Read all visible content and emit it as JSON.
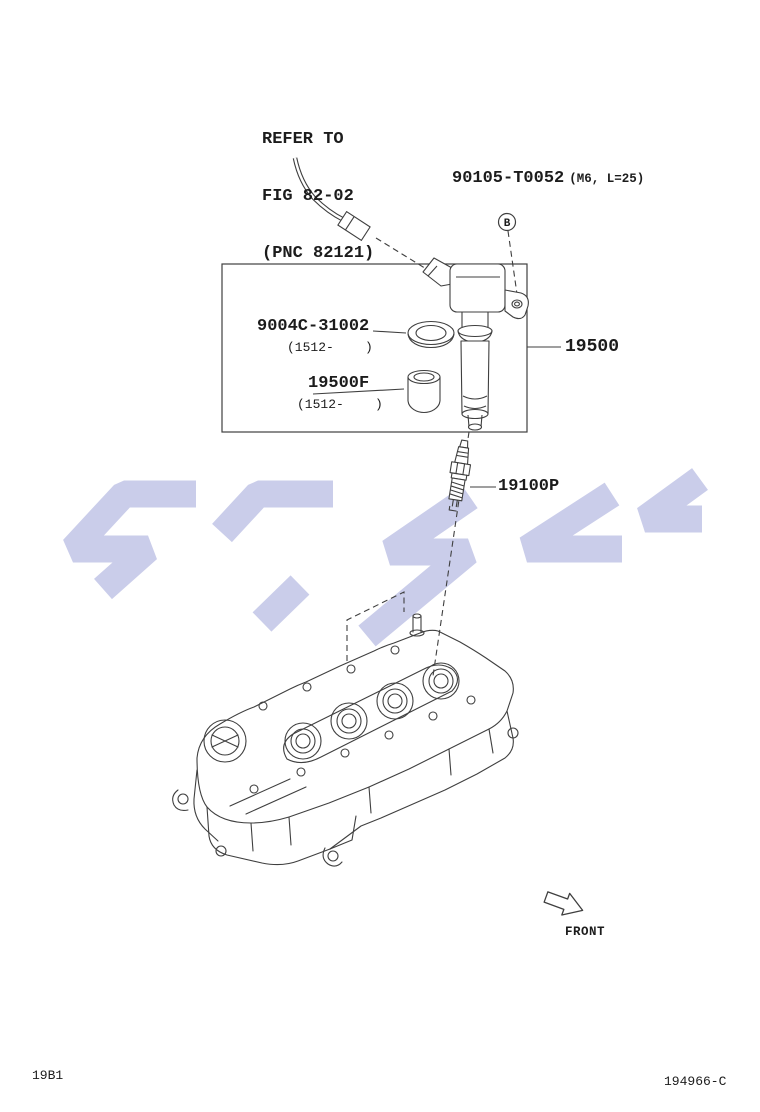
{
  "page": {
    "bg_color": "#ffffff",
    "line_color": "#3f3f3f",
    "text_color": "#1c1c1c",
    "watermark_color": "#cacdea"
  },
  "labels": {
    "refer_note_line1": "REFER TO",
    "refer_note_line2": "FIG 82-02",
    "refer_note_line3": "(PNC 82121)",
    "bolt_part_no": "90105-T0052",
    "bolt_spec": "(M6, L=25)",
    "bolt_callout": "B",
    "gasket_part_no": "9004C-31002",
    "gasket_date_range": "(1512-    )",
    "boot_part_no": "19500F",
    "boot_date_range": "(1512-    )",
    "coil_part_no": "19500",
    "plug_part_no": "19100P",
    "front_label": "FRONT",
    "page_code": "19B1",
    "drawing_no": "194966-C"
  }
}
